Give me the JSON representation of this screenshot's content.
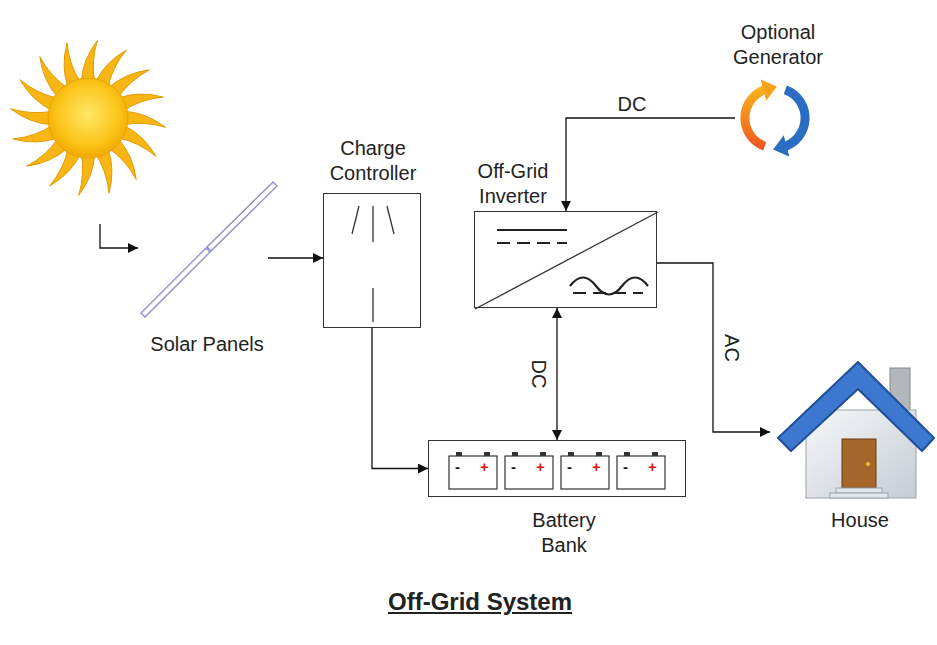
{
  "diagram": {
    "title": "Off-Grid System",
    "nodes": [
      {
        "text": [
          "Solar Panels"
        ]
      },
      {
        "text": [
          "Charge Controller"
        ]
      },
      {
        "text": [
          "Off-Grid Inverter"
        ]
      },
      {
        "text": [
          "Optional Generator"
        ]
      },
      {
        "text": [
          "Battery Bank"
        ]
      },
      {
        "text": [
          "House"
        ]
      }
    ],
    "edges": [
      {
        "from": 0,
        "to": 1,
        "arrow": "to"
      },
      {
        "from": 1,
        "to": 4,
        "arrow": "to"
      },
      {
        "from": 3,
        "to": 2,
        "arrow": "to",
        "label": "DC"
      },
      {
        "from": 2,
        "to": 4,
        "arrow": "both",
        "label": "DC"
      },
      {
        "from": 2,
        "to": 5,
        "arrow": "to",
        "label": "AC"
      }
    ],
    "labels": [
      "-",
      "+",
      "-",
      "+",
      "-",
      "+",
      "-",
      "+"
    ]
  }
}
